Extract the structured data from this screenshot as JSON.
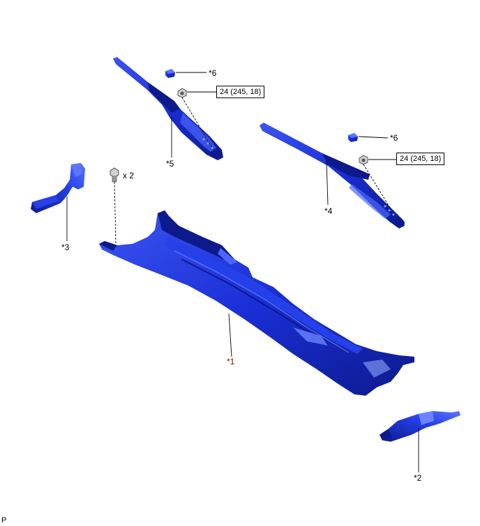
{
  "callouts": {
    "part1": "*1",
    "part2": "*2",
    "part3": "*3",
    "part4": "*4",
    "part5": "*5",
    "part6_left": "*6",
    "part6_right": "*6"
  },
  "torque": {
    "left": "24 (245, 18)",
    "right": "24 (245, 18)"
  },
  "fastener_qty": "x 2",
  "corner_mark": "P",
  "colors": {
    "part_blue": "#1a2fd6",
    "part_dark": "#0d1a8c",
    "part_light": "#4a66ff",
    "highlight": "#8fa8ff",
    "hardware": "#b0b0b0",
    "callout_1": "#8b0000"
  },
  "icons": [
    "bolt-icon",
    "nut-icon",
    "wiper-arm-icon",
    "cowl-panel-icon",
    "cap-icon"
  ]
}
